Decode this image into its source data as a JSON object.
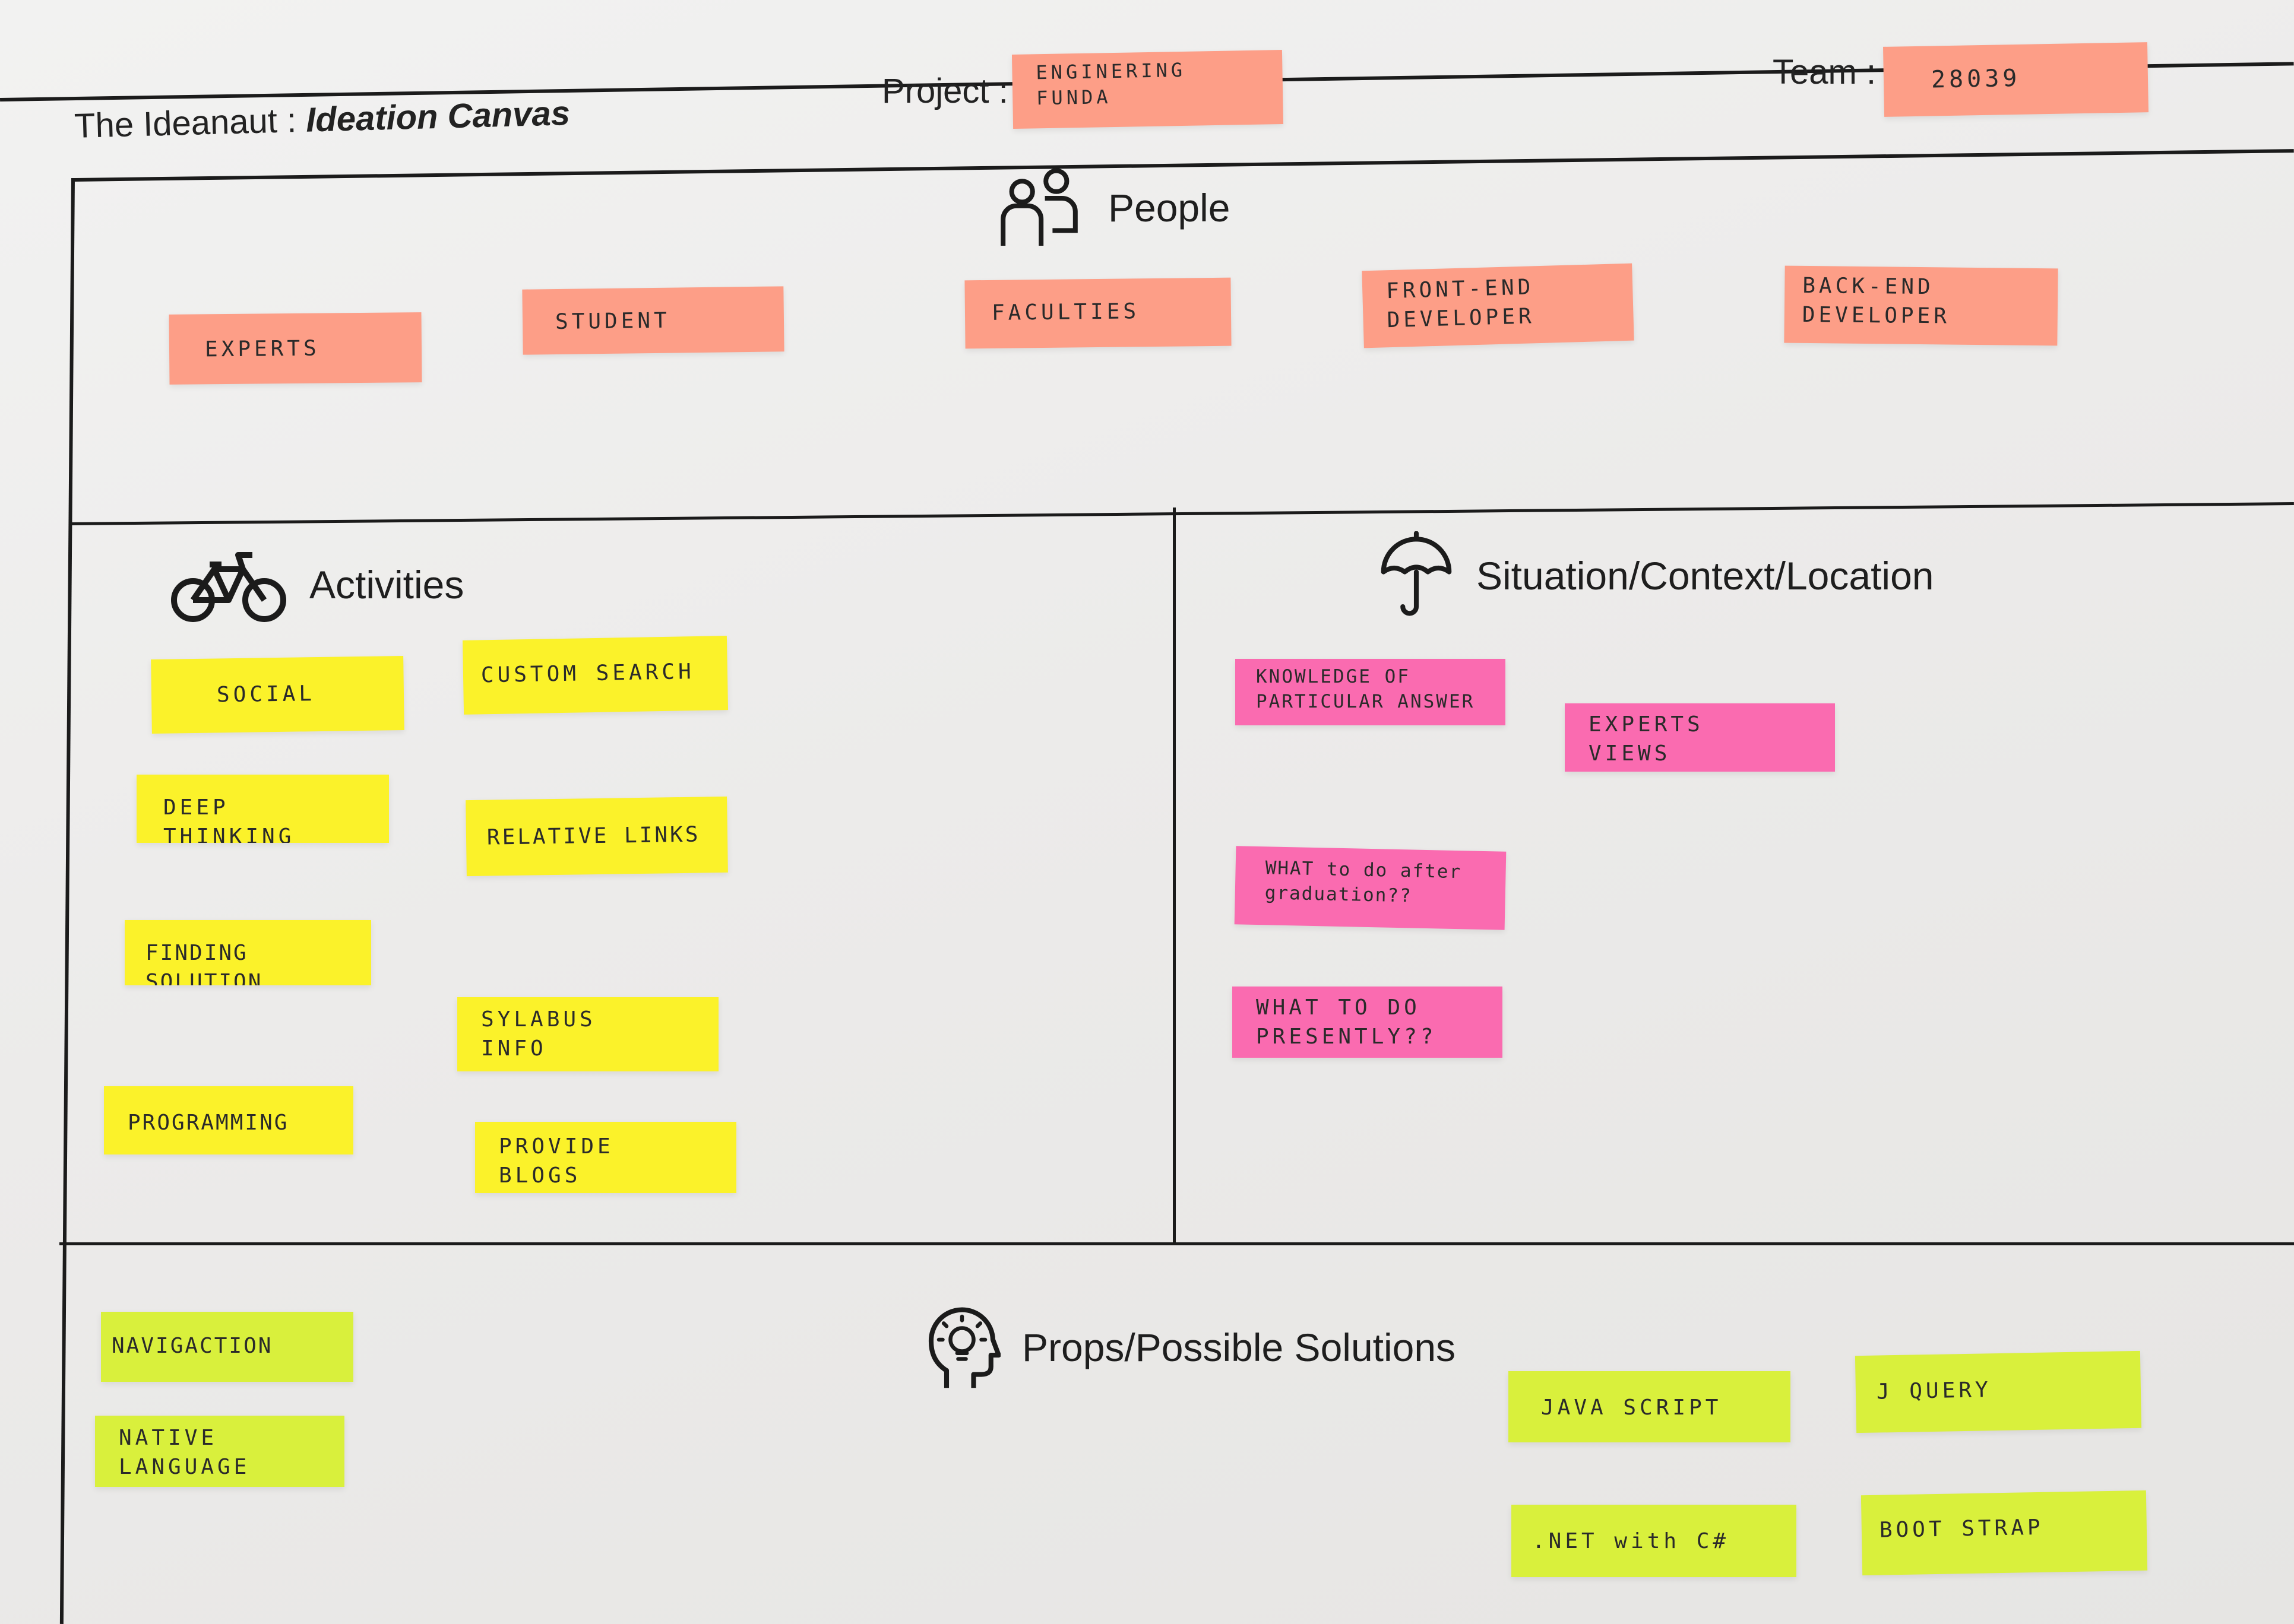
{
  "header": {
    "brand": "The Ideanaut : ",
    "canvas_title": "Ideation Canvas",
    "project_label": "Project :",
    "project_value": "ENGINERING\nFUNDA",
    "team_label": "Team :",
    "team_value": "28039"
  },
  "sections": {
    "people": {
      "title": "People",
      "icon": "people-icon",
      "notes": [
        "EXPERTS",
        "STUDENT",
        "FACULTIES",
        "FRONT-END\nDEVELOPER",
        "BACK-END\nDEVELOPER"
      ]
    },
    "activities": {
      "title": "Activities",
      "icon": "bicycle-icon",
      "notes": [
        "SOCIAL",
        "DEEP THINKING",
        "FINDING SOLUTION",
        "PROGRAMMING",
        "CUSTOM SEARCH",
        "RELATIVE LINKS",
        "SYLABUS\nINFO",
        "PROVIDE\nBLOGS"
      ]
    },
    "situation": {
      "title": "Situation/Context/Location",
      "icon": "umbrella-icon",
      "notes": [
        "KNOWLEDGE OF\nPARTICULAR ANSWER",
        "EXPERTS\nVIEWS",
        "WHAT to do after\ngraduation??",
        "WHAT TO DO\nPRESENTLY??"
      ]
    },
    "props": {
      "title": "Props/Possible Solutions",
      "icon": "lightbulb-head-icon",
      "notes": [
        "NAVIGACTION",
        "NATIVE\nLANGUAGE",
        "JAVA SCRIPT",
        "J QUERY",
        ".NET with C#",
        "BOOT STRAP"
      ]
    }
  },
  "colors": {
    "people_note": "#fd9e87",
    "activity_note": "#fbf22a",
    "situation_note": "#fa6bb0",
    "props_note": "#d9f03c"
  }
}
